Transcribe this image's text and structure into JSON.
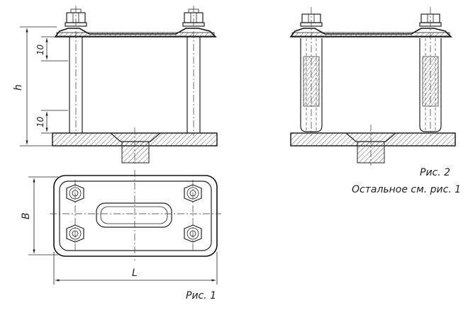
{
  "figure1": {
    "caption": "Рис. 1",
    "dim_h": "h",
    "dim_top": "10",
    "dim_bottom": "10",
    "dim_B": "B",
    "dim_L": "L"
  },
  "figure2": {
    "caption": "Рис. 2",
    "note": "Остальное см. рис. 1"
  }
}
